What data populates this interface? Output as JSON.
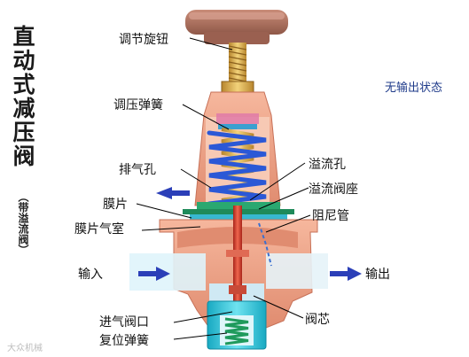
{
  "title": "直动式减压阀",
  "subtitle": "（带溢流阀）",
  "state_text": "无输出状态",
  "labels": {
    "adjust_knob": "调节旋钮",
    "pressure_spring": "调压弹簧",
    "exhaust_hole": "排气孔",
    "overflow_hole": "溢流孔",
    "overflow_seat": "溢流阀座",
    "diaphragm": "膜片",
    "diaphragm_chamber": "膜片气室",
    "damping_tube": "阻尼管",
    "input": "输入",
    "output": "输出",
    "inlet_port": "进气阀口",
    "valve_core": "阀芯",
    "return_spring": "复位弹簧"
  },
  "watermark": "大众机械",
  "colors": {
    "body": "#f0a488",
    "body_dark": "#d9826a",
    "knob": "#b07060",
    "green": "#2aa870",
    "cyan": "#1fc4d8",
    "spring_blue": "#2b58d6",
    "spring_gold": "#d9a84a",
    "stem_red": "#d83a2a",
    "arrow_blue": "#2b3fb8",
    "lead_line": "#000000"
  }
}
